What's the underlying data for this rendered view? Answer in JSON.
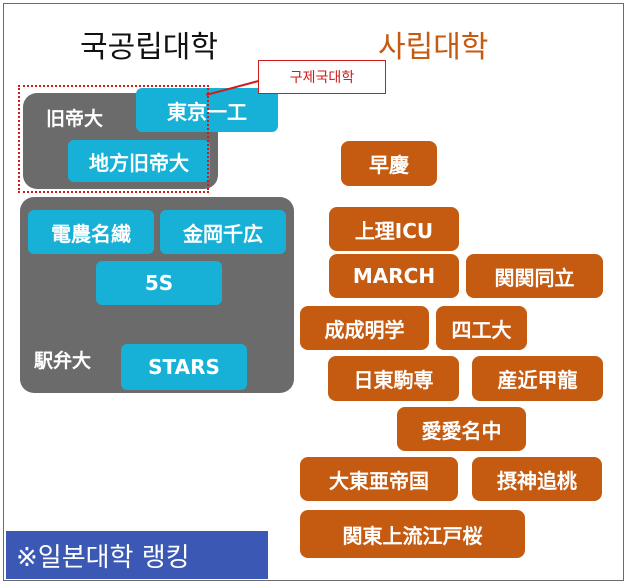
{
  "headings": {
    "national": "국공립대학",
    "private": "사립대학"
  },
  "callout": "구제국대학",
  "national": {
    "group1_label": "旧帝大",
    "group2_label": "駅弁大",
    "boxes": [
      "東京一工",
      "地方旧帝大",
      "電農名繊",
      "金岡千広",
      "5S",
      "STARS"
    ]
  },
  "private": {
    "boxes": [
      "早慶",
      "上理ICU",
      "MARCH",
      "関関同立",
      "成成明学",
      "四工大",
      "日東駒専",
      "産近甲龍",
      "愛愛名中",
      "大東亜帝国",
      "摂神追桃",
      "関東上流江戸桜"
    ]
  },
  "footer": "※일본대학 랭킹",
  "colors": {
    "national_box": "#17b0d6",
    "private_box": "#c55a11",
    "group_bg": "#6b6b6b",
    "highlight": "#d11a1a",
    "footer_bg": "#3a58b4"
  }
}
